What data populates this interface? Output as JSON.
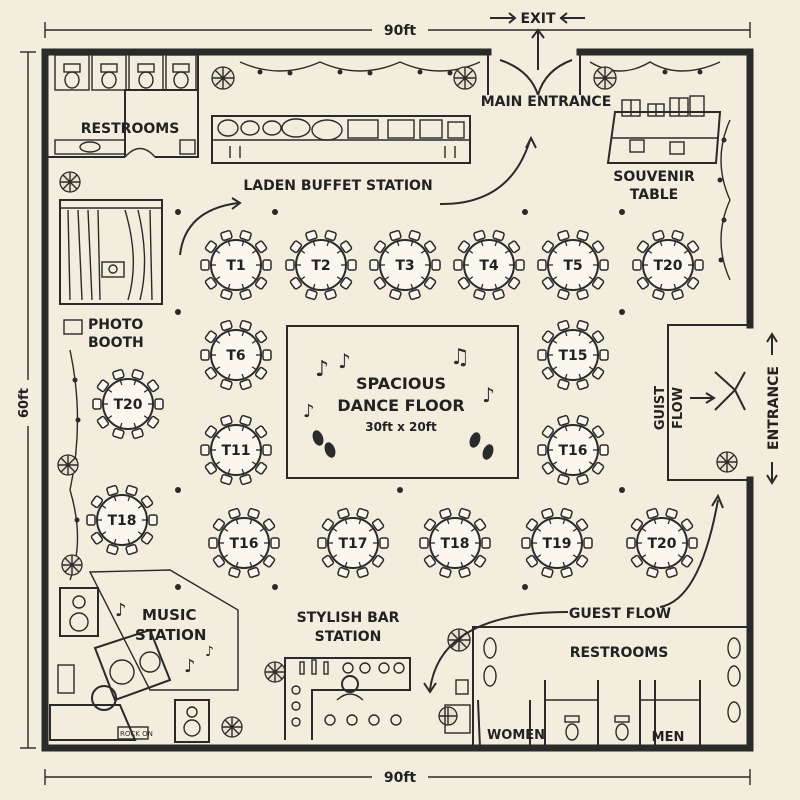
{
  "dimensions": {
    "top": "90ft",
    "bottom": "90ft",
    "left": "60ft"
  },
  "labels": {
    "exit": "EXIT",
    "main_entrance": "MAIN ENTRANCE",
    "restrooms_top": "RESTROOMS",
    "buffet": "LADEN BUFFET STATION",
    "souvenir": "SOUVENIR TABLE",
    "photo_booth": "PHOTO BOOTH",
    "dance_floor": "SPACIOUS DANCE FLOOR",
    "dance_size": "30ft x 20ft",
    "guest_flow_side": "GUEST FLOW",
    "entrance_right": "ENTRANCE",
    "music_station": "MUSIC STATION",
    "bar": "STYLISH BAR STATION",
    "guest_flow_bottom": "GUEST FLOW",
    "restrooms_bottom": "RESTROOMS",
    "women": "WOMEN",
    "men": "MEN"
  },
  "tables": [
    "T1",
    "T2",
    "T3",
    "T4",
    "T5",
    "T20",
    "T6",
    "T15",
    "T20",
    "T11",
    "T16",
    "T18",
    "T16",
    "T17",
    "T18",
    "T19",
    "T20"
  ],
  "icons": [
    "camera-icon",
    "music-note-icon",
    "footprint-icon",
    "toilet-icon",
    "gift-icon",
    "dj-turntable-icon",
    "speaker-icon",
    "plant-icon",
    "string-lights-icon"
  ],
  "colors": {
    "paper": "#f3eddd",
    "ink": "#2a2a2a"
  }
}
